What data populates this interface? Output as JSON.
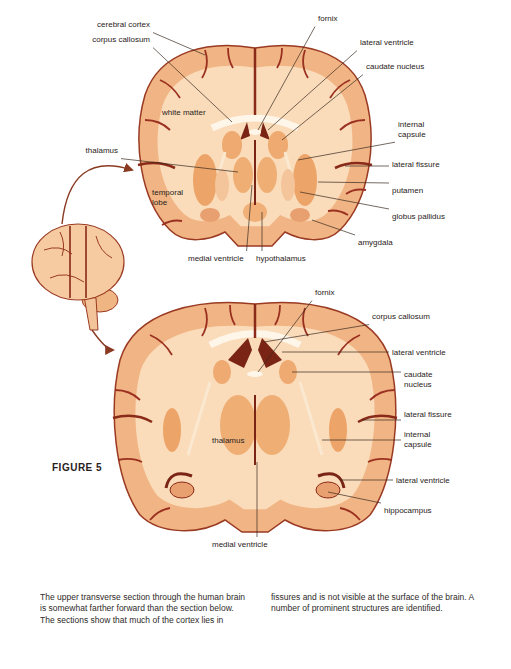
{
  "diagram": {
    "caption": "The upper transverse section through the human brain is somewhat farther forward than the section below. The sections show that much of the cortex lies in fissures and is not visible at the surface of the brain. A number of prominent structures are identified.",
    "labels": [
      "cerebral cortex",
      "fornix",
      "corpus callosum",
      "lateral ventricle",
      "caudate nucleus",
      "white matter",
      "internal capsule",
      "thalamus",
      "lateral fissure",
      "temporal lobe",
      "putamen",
      "globus pallidus",
      "amygdala",
      "medial ventricle",
      "hypothalamus",
      "fornix",
      "corpus callosum",
      "lateral ventricle",
      "caudate nucleus",
      "lateral fissure",
      "internal capsule",
      "thalamus",
      "FIGURE 5",
      "lateral ventricle",
      "hippocampus",
      "medial ventricle"
    ]
  }
}
